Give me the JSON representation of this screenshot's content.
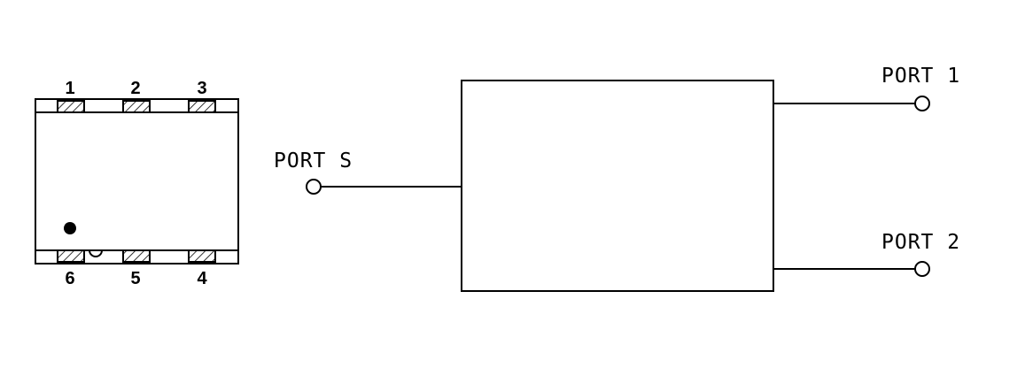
{
  "package": {
    "top_pins": [
      "1",
      "2",
      "3"
    ],
    "bottom_pins": [
      "6",
      "5",
      "4"
    ]
  },
  "ports": {
    "s": "PORT S",
    "p1": "PORT 1",
    "p2": "PORT 2"
  },
  "colors": {
    "line": "#000000",
    "background": "#ffffff"
  }
}
